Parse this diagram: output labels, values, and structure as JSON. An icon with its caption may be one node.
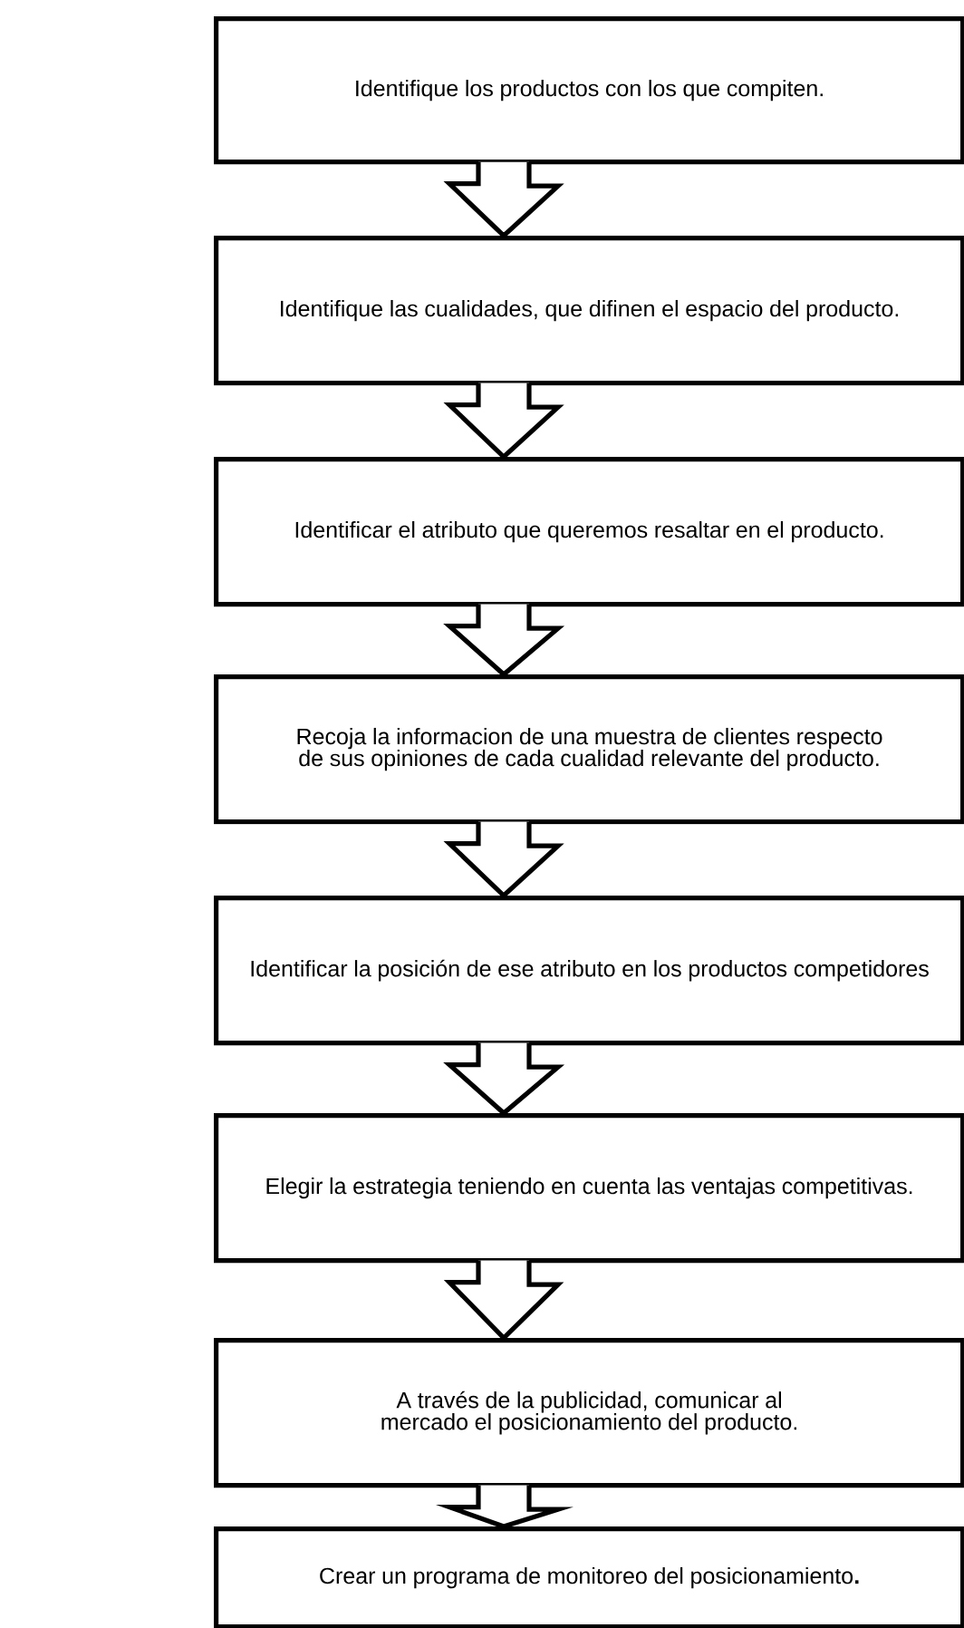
{
  "diagram": {
    "nodes": [
      {
        "text": [
          "Identifique los productos con los que compiten."
        ]
      },
      {
        "text": [
          "Identifique las cualidades, que difinen el espacio del producto."
        ]
      },
      {
        "text": [
          "Identificar el atributo que queremos resaltar en el producto."
        ]
      },
      {
        "text": [
          "Recoja la informacion de una muestra de  clientes respecto de sus opiniones de cada cualidad relevante del producto."
        ]
      },
      {
        "text": [
          "Identificar la posición de ese atributo en los productos competidores"
        ]
      },
      {
        "text": [
          "Elegir la estrategia teniendo en cuenta las ventajas competitivas."
        ]
      },
      {
        "text": [
          "A través de la publicidad, comunicar al mercado el posicionamiento del producto."
        ]
      },
      {
        "text": [
          "Crear un programa de monitoreo del posicionamiento**.**"
        ]
      }
    ],
    "edges": [
      {
        "from": 0,
        "to": 1,
        "arrow": "to"
      },
      {
        "from": 1,
        "to": 2,
        "arrow": "to"
      },
      {
        "from": 2,
        "to": 3,
        "arrow": "to"
      },
      {
        "from": 3,
        "to": 4,
        "arrow": "to"
      },
      {
        "from": 4,
        "to": 5,
        "arrow": "to"
      },
      {
        "from": 5,
        "to": 6,
        "arrow": "to"
      },
      {
        "from": 6,
        "to": 7,
        "arrow": "to"
      }
    ]
  }
}
